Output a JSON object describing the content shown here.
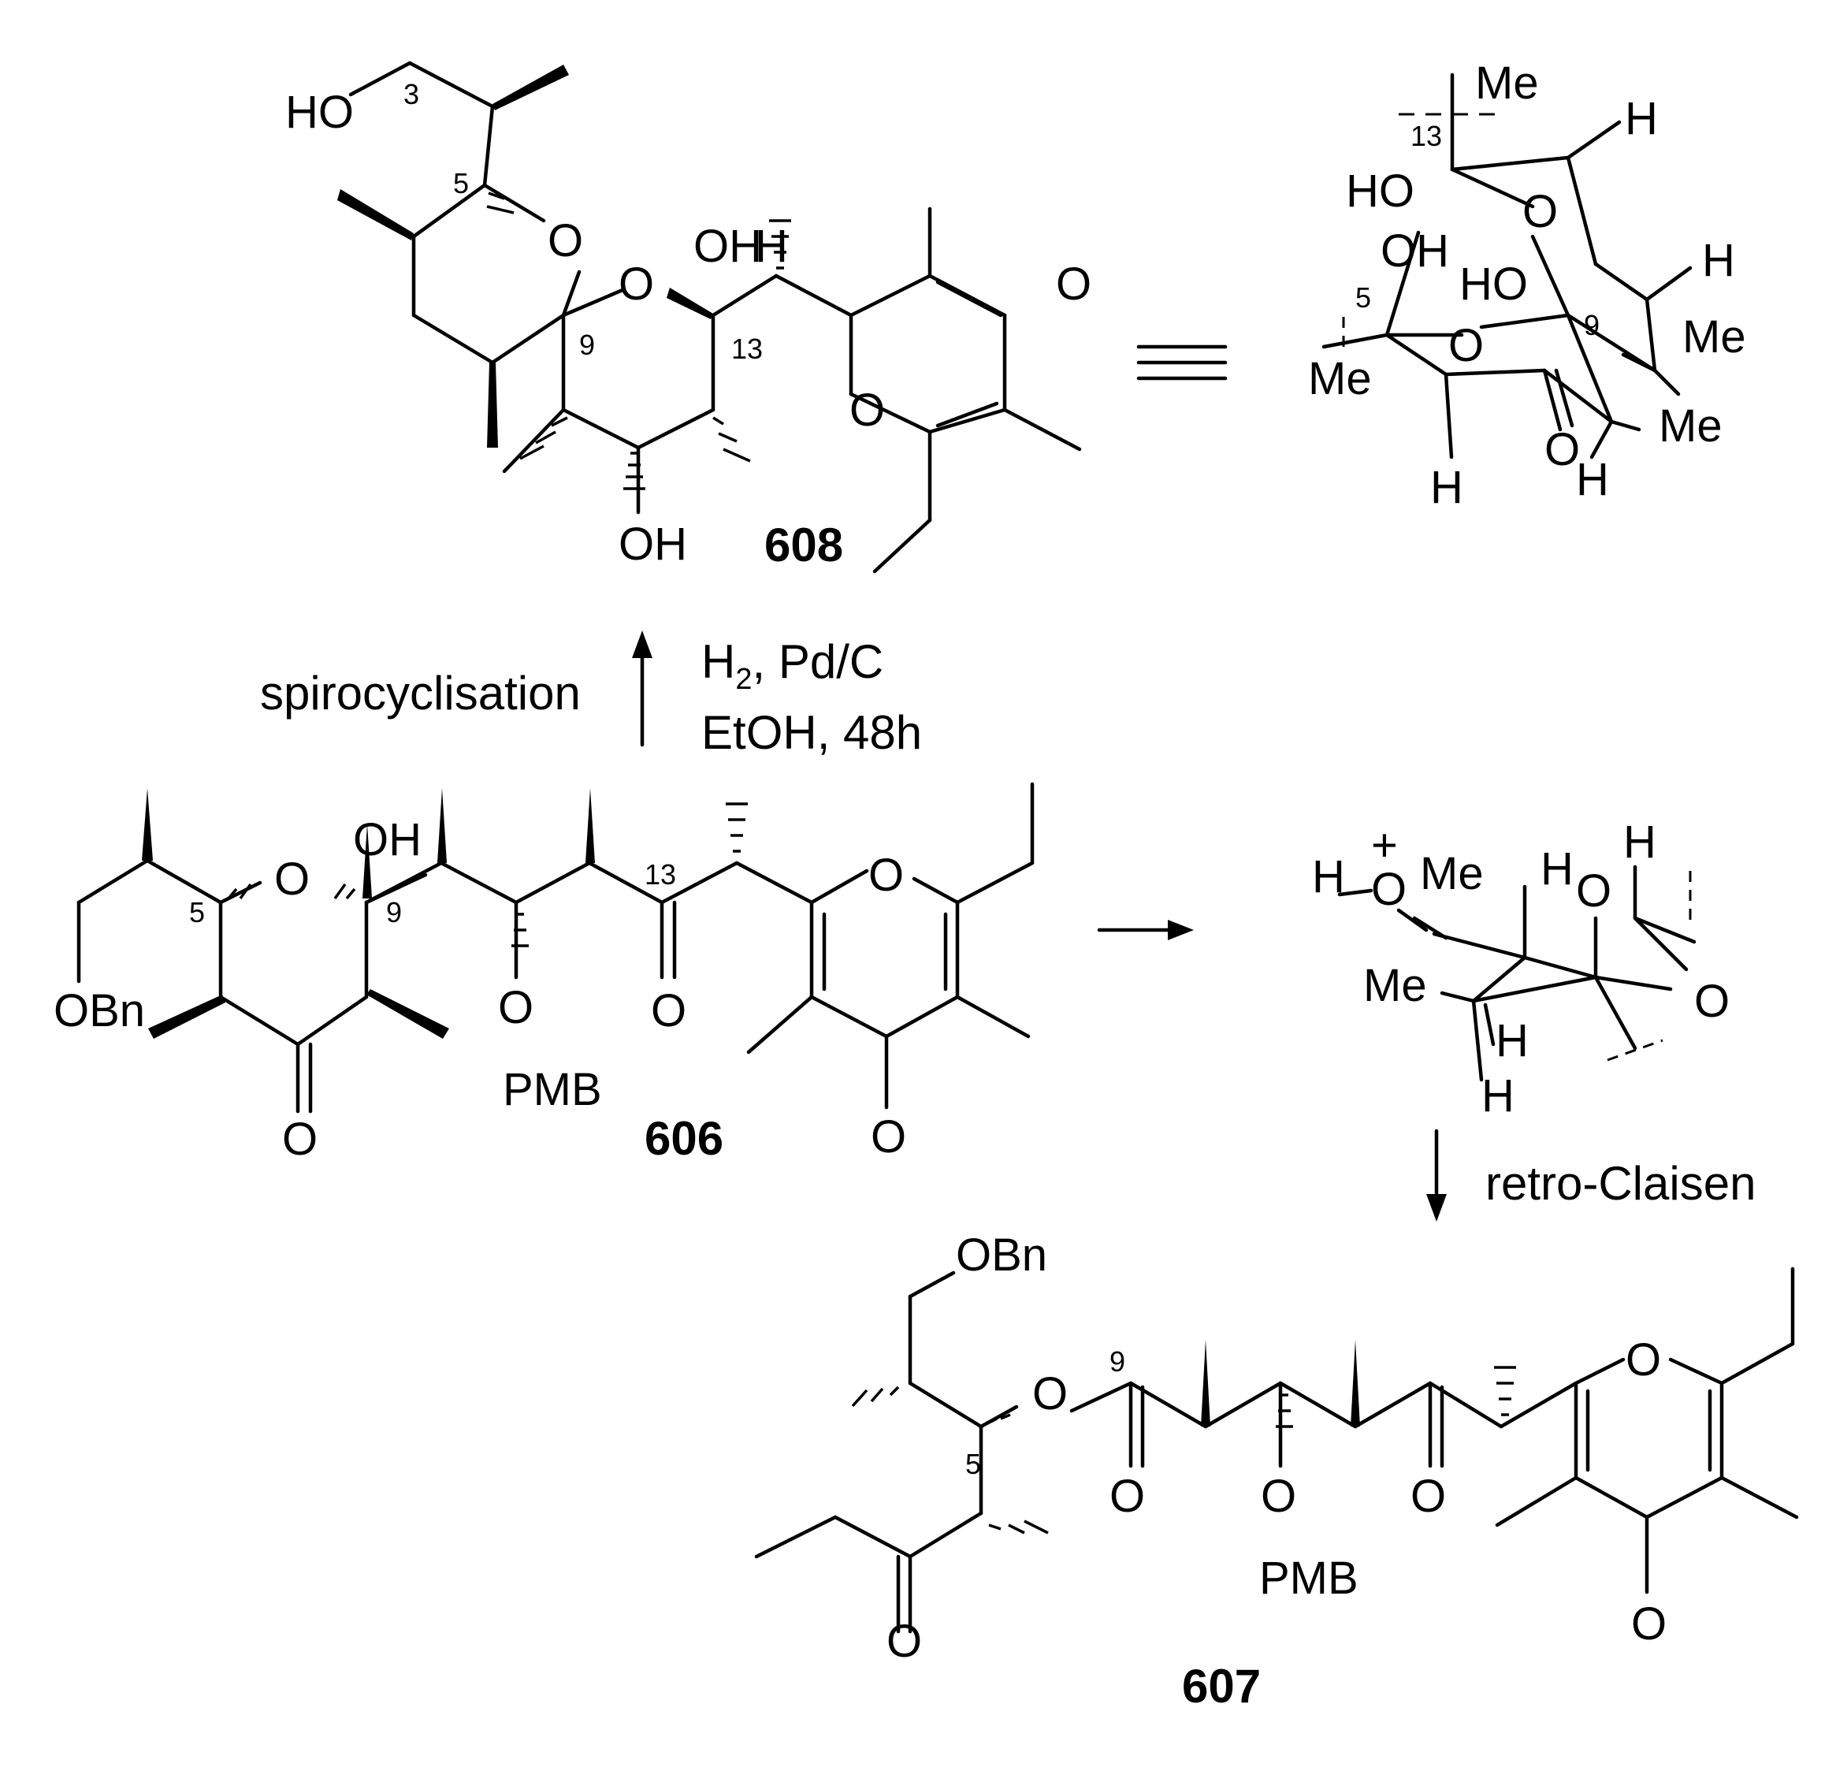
{
  "compounds": {
    "c608": "608",
    "c606": "606",
    "c607": "607"
  },
  "conditions": {
    "spirocyclisation": "spirocyclisation",
    "reagent_h": "H",
    "reagent_h_sub": "2",
    "reagent_rest": ", Pd/C",
    "solvent_time": "EtOH, 48h",
    "retro_claisen": "retro-Claisen"
  },
  "equiv_symbol": "≡",
  "labels": {
    "oh": "OH",
    "ho": "HO",
    "o": "O",
    "h": "H",
    "me": "Me",
    "obn": "OBn",
    "pmb": "PMB",
    "plus": "+",
    "n3": "3",
    "n5": "5",
    "n9": "9",
    "n13": "13"
  }
}
